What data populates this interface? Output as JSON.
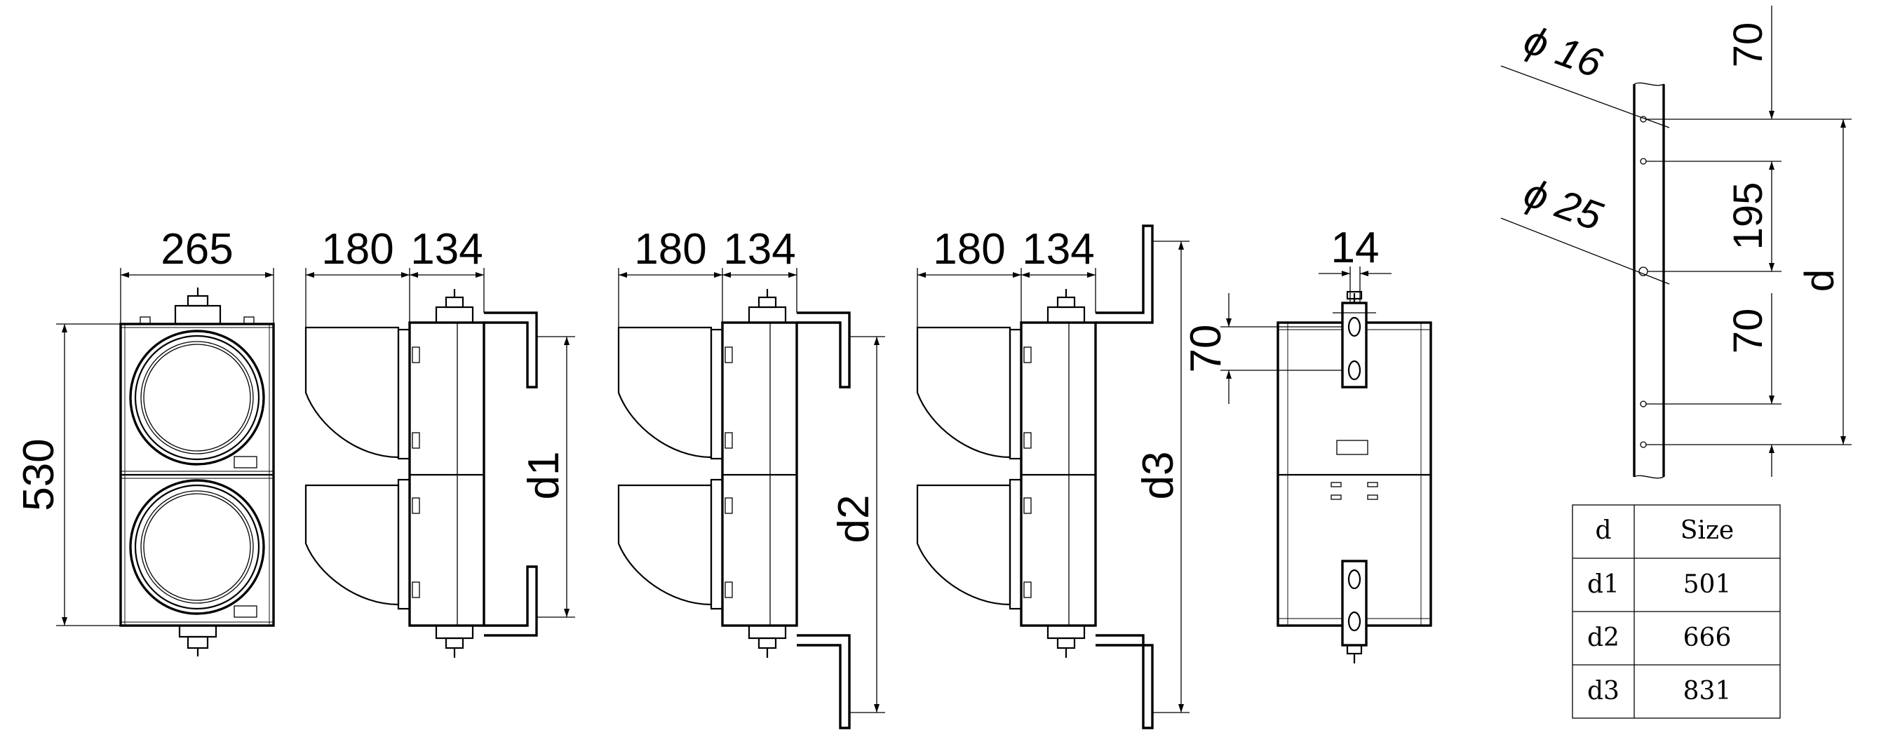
{
  "front_view": {
    "width_label": "265",
    "height_label": "530"
  },
  "side_view_1": {
    "visor_label": "180",
    "depth_label": "134",
    "span_label": "d1"
  },
  "side_view_2": {
    "visor_label": "180",
    "depth_label": "134",
    "span_label": "d2"
  },
  "side_view_3": {
    "visor_label": "180",
    "depth_label": "134",
    "span_label": "d3"
  },
  "rear_view": {
    "bracket_width_label": "14",
    "hole_spacing_label": "70"
  },
  "pole_detail": {
    "small_hole_label": "ϕ 16",
    "large_hole_label": "ϕ 25",
    "top_offset_label": "70",
    "middle_spacing_label": "195",
    "bottom_offset_label": "70",
    "total_label": "d"
  },
  "size_table": {
    "headers": [
      "d",
      "Size"
    ],
    "rows": [
      {
        "d": "d1",
        "size": "501"
      },
      {
        "d": "d2",
        "size": "666"
      },
      {
        "d": "d3",
        "size": "831"
      }
    ]
  }
}
